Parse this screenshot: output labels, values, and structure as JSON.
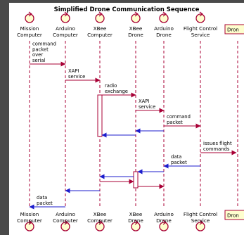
{
  "diagram": {
    "title": "Simplified Drone Communication Sequence",
    "participants": [
      {
        "id": "mc",
        "lines": [
          "Mission",
          "Computer"
        ]
      },
      {
        "id": "ac",
        "lines": [
          "Arduino",
          "Computer"
        ]
      },
      {
        "id": "xc",
        "lines": [
          "XBee",
          "Computer"
        ]
      },
      {
        "id": "xd",
        "lines": [
          "XBee",
          "Drone"
        ]
      },
      {
        "id": "ad",
        "lines": [
          "Arduino",
          "Drone"
        ]
      },
      {
        "id": "fc",
        "lines": [
          "Flight Control",
          "Service"
        ]
      },
      {
        "id": "dr",
        "lines": [
          "Dron"
        ],
        "boxed": true
      }
    ],
    "messages": [
      {
        "from": "mc",
        "to": "ac",
        "label": [
          "command",
          "packet",
          "over",
          "serial"
        ]
      },
      {
        "from": "ac",
        "to": "xc",
        "label": [
          "XAPI",
          "service"
        ]
      },
      {
        "from": "xc",
        "to": "xd",
        "label": [
          "radio",
          "exchange"
        ],
        "activate_from": true
      },
      {
        "from": "xd",
        "to": "ad",
        "label": [
          "XAPI",
          "service"
        ]
      },
      {
        "from": "ad",
        "to": "fc",
        "label": [
          "command",
          "packet"
        ]
      },
      {
        "from": "ad",
        "to": "xd",
        "label": []
      },
      {
        "from": "xd",
        "to": "xc",
        "label": [],
        "deactivate_to": true
      },
      {
        "from": "fc",
        "to": "dr",
        "label": [
          "issues flight",
          "commands"
        ]
      },
      {
        "from": "fc",
        "to": "ad",
        "label": [
          "data",
          "packet"
        ]
      },
      {
        "from": "ad",
        "to": "xd",
        "label": [],
        "activate_to": true
      },
      {
        "from": "xd",
        "to": "xc",
        "label": []
      },
      {
        "from": "xc",
        "to": "xd",
        "label": []
      },
      {
        "from": "xd",
        "to": "ad",
        "label": [],
        "deactivate_from": true
      },
      {
        "from": "xc",
        "to": "ac",
        "label": []
      },
      {
        "from": "ac",
        "to": "mc",
        "label": [
          "data",
          "packet"
        ]
      }
    ],
    "colors": {
      "lifeline": "#a80036",
      "arrow_forward": "#a80036",
      "arrow_return": "#1c1ccc",
      "participant_fill": "#fefece",
      "participant_stroke": "#a80036",
      "text": "#000000",
      "frame": "#4a4a4a"
    }
  }
}
